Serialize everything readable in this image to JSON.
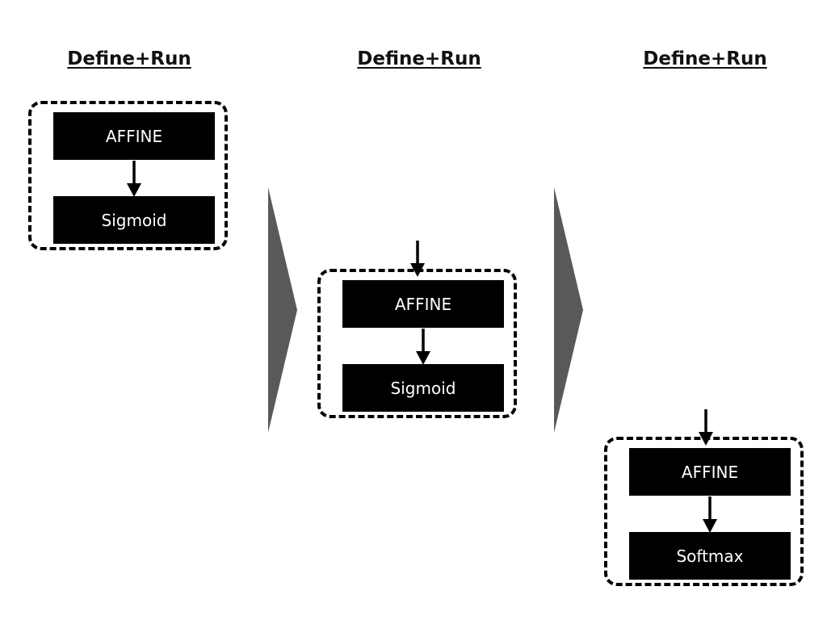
{
  "stages": [
    {
      "title": "Define+Run",
      "nodes": [
        "AFFINE",
        "Sigmoid"
      ]
    },
    {
      "title": "Define+Run",
      "nodes": [
        "AFFINE",
        "Sigmoid"
      ]
    },
    {
      "title": "Define+Run",
      "nodes": [
        "AFFINE",
        "Softmax"
      ]
    }
  ],
  "colors": {
    "node_fill": "#000000",
    "node_text": "#ffffff",
    "chevron": "#595959"
  }
}
